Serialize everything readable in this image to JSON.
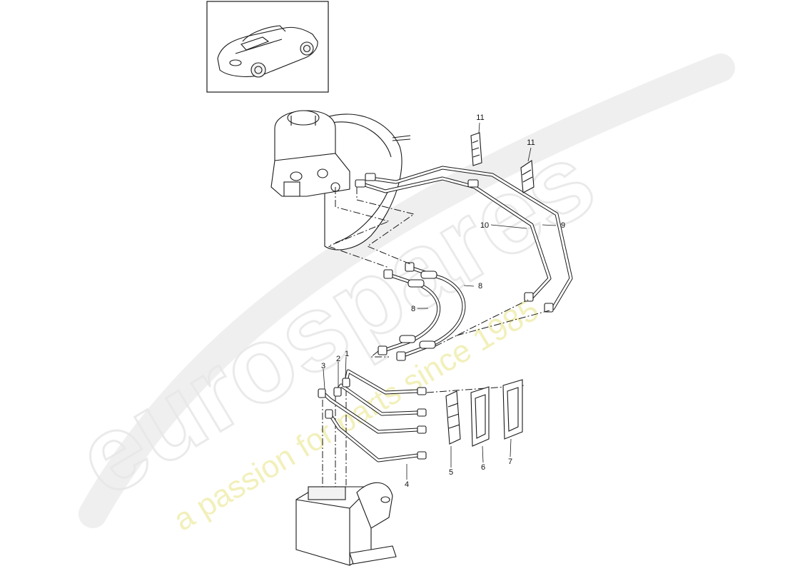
{
  "watermark": {
    "brand": "eurospares",
    "tagline": "a passion for parts since 1985"
  },
  "thumbnail": {
    "icon": "car-convertible-icon"
  },
  "callouts": {
    "c1": "1",
    "c2": "2",
    "c3": "3",
    "c4": "4",
    "c5": "5",
    "c6": "6",
    "c7": "7",
    "c8a": "8",
    "c8b": "8",
    "c9": "9",
    "c10": "10",
    "c11a": "11",
    "c11b": "11"
  }
}
